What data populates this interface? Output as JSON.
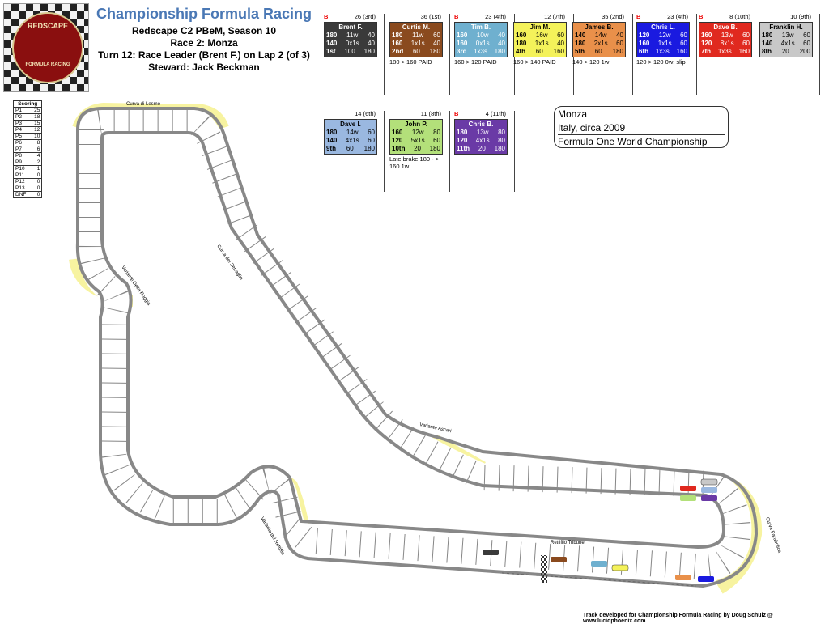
{
  "header": {
    "title": "Championship Formula Racing",
    "series": "Redscape C2 PBeM, Season 10",
    "race": "Race 2: Monza",
    "turn": "Turn 12: Race Leader (Brent F.) on Lap 2 (of 3)",
    "steward": "Steward: Jack Beckman"
  },
  "logo": {
    "text_top": "REDSCAPE",
    "text_bottom": "FORMULA RACING"
  },
  "cards": [
    {
      "name": "Brent F.",
      "points": "26 (3rd)",
      "flag": "B",
      "color": "#3a3a3a",
      "text": "#fff",
      "rows": [
        [
          "180",
          "11w",
          "40"
        ],
        [
          "140",
          "0x1s",
          "40"
        ],
        [
          "1st",
          "100",
          "180"
        ]
      ],
      "note": ""
    },
    {
      "name": "Curtis M.",
      "points": "36 (1st)",
      "flag": "",
      "color": "#8a4a1e",
      "text": "#fff",
      "rows": [
        [
          "180",
          "11w",
          "60"
        ],
        [
          "160",
          "1x1s",
          "40"
        ],
        [
          "2nd",
          "60",
          "180"
        ]
      ],
      "note": "180 > 160 PAID"
    },
    {
      "name": "Tim B.",
      "points": "23 (4th)",
      "flag": "B",
      "color": "#6fb0cf",
      "text": "#fff",
      "rows": [
        [
          "160",
          "10w",
          "40"
        ],
        [
          "160",
          "0x1s",
          "40"
        ],
        [
          "3rd",
          "1x3s",
          "180"
        ]
      ],
      "note": "160 > 120 PAID"
    },
    {
      "name": "Jim M.",
      "points": "12 (7th)",
      "flag": "",
      "color": "#f4f25a",
      "text": "#000",
      "rows": [
        [
          "160",
          "16w",
          "60"
        ],
        [
          "180",
          "1x1s",
          "40"
        ],
        [
          "4th",
          "60",
          "160"
        ]
      ],
      "note": "160 > 140 PAID"
    },
    {
      "name": "James B.",
      "points": "35 (2nd)",
      "flag": "",
      "color": "#e9904a",
      "text": "#000",
      "rows": [
        [
          "140",
          "14w",
          "40"
        ],
        [
          "180",
          "2x1s",
          "60"
        ],
        [
          "5th",
          "60",
          "180"
        ]
      ],
      "note": "140 > 120 1w"
    },
    {
      "name": "Chris L.",
      "points": "23 (4th)",
      "flag": "B",
      "color": "#1a1ae0",
      "text": "#fff",
      "rows": [
        [
          "120",
          "12w",
          "60"
        ],
        [
          "160",
          "1x1s",
          "60"
        ],
        [
          "6th",
          "1x3s",
          "160"
        ]
      ],
      "note": "120 > 120 0w; slip"
    },
    {
      "name": "Dave B.",
      "points": "8 (10th)",
      "flag": "B",
      "color": "#e0291f",
      "text": "#fff",
      "rows": [
        [
          "160",
          "13w",
          "60"
        ],
        [
          "120",
          "8x1s",
          "60"
        ],
        [
          "7th",
          "1x3s",
          "160"
        ]
      ],
      "note": ""
    },
    {
      "name": "Franklin H.",
      "points": "10 (9th)",
      "flag": "",
      "color": "#c8c8c8",
      "text": "#000",
      "rows": [
        [
          "180",
          "13w",
          "60"
        ],
        [
          "140",
          "4x1s",
          "60"
        ],
        [
          "8th",
          "20",
          "200"
        ]
      ],
      "note": ""
    },
    {
      "name": "Dave I.",
      "points": "14 (6th)",
      "flag": "",
      "color": "#9ab8e0",
      "text": "#000",
      "rows": [
        [
          "180",
          "14w",
          "60"
        ],
        [
          "140",
          "4x1s",
          "60"
        ],
        [
          "9th",
          "60",
          "180"
        ]
      ],
      "note": ""
    },
    {
      "name": "John P.",
      "points": "11 (8th)",
      "flag": "",
      "color": "#b3e07a",
      "text": "#000",
      "rows": [
        [
          "160",
          "12w",
          "80"
        ],
        [
          "120",
          "5x1s",
          "60"
        ],
        [
          "10th",
          "20",
          "180"
        ]
      ],
      "note": "Late brake 180 - > 160 1w"
    },
    {
      "name": "Chris B.",
      "points": "4 (11th)",
      "flag": "B",
      "color": "#6a3aa6",
      "text": "#fff",
      "rows": [
        [
          "180",
          "13w",
          "80"
        ],
        [
          "120",
          "4x1s",
          "80"
        ],
        [
          "11th",
          "20",
          "180"
        ]
      ],
      "note": ""
    }
  ],
  "scoring": {
    "header": "Scoring",
    "rows": [
      [
        "P1",
        "25"
      ],
      [
        "P2",
        "18"
      ],
      [
        "P3",
        "15"
      ],
      [
        "P4",
        "12"
      ],
      [
        "P5",
        "10"
      ],
      [
        "P6",
        "8"
      ],
      [
        "P7",
        "6"
      ],
      [
        "P8",
        "4"
      ],
      [
        "P9",
        "2"
      ],
      [
        "P10",
        "1"
      ],
      [
        "P11",
        "0"
      ],
      [
        "P12",
        "0"
      ],
      [
        "P13",
        "0"
      ],
      [
        "DNF",
        "0"
      ]
    ]
  },
  "info": {
    "line1": "Monza",
    "line2": "Italy, circa 2009",
    "line3": "Formula One World Championship"
  },
  "track_labels": {
    "lesmo": "Curva di Lesmo",
    "roggia": "Variante Della Roggia",
    "serraglio": "Curva del Serraglio",
    "ascari": "Variante Ascari",
    "parabolica": "Curva Parabolica",
    "tribune": "Rettifilo Tribune",
    "rettifilo": "Variante del Rettifilo"
  },
  "credit": "Track developed for Championship Formula Racing by Doug Schulz @ www.lucidphoenix.com"
}
